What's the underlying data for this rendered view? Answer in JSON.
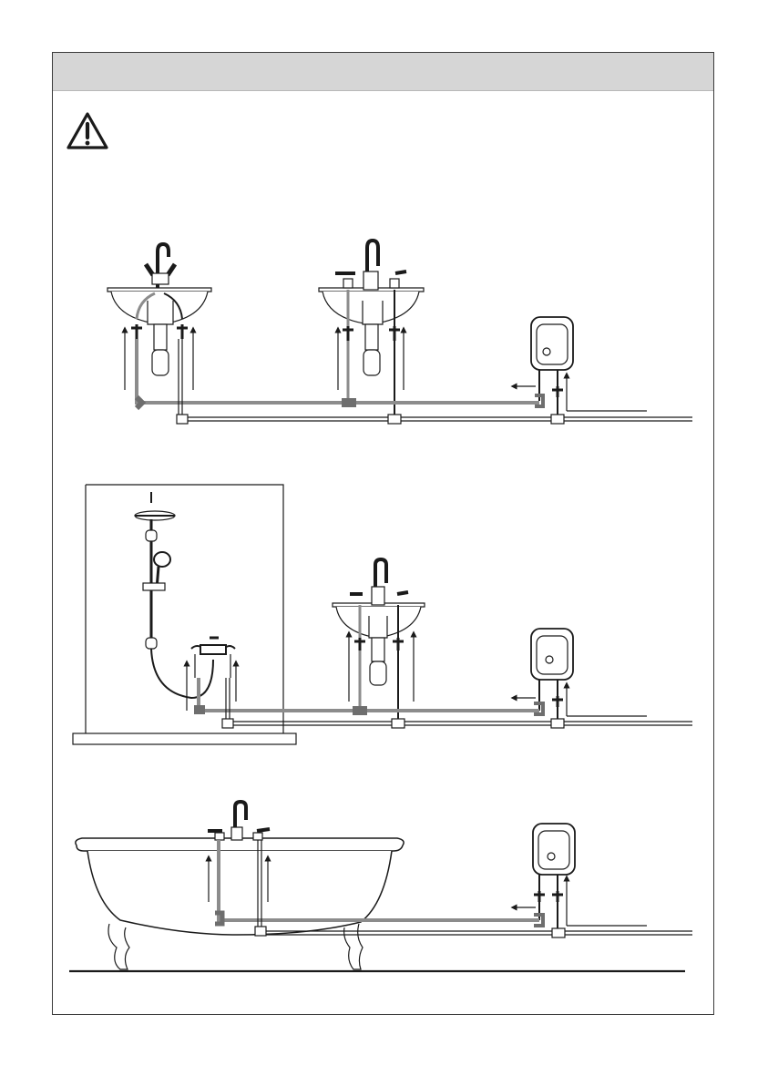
{
  "colors": {
    "header_band": "#d6d6d6",
    "line": "#1a1a1a",
    "hot_pipe": "#8c8c8c",
    "cold_pipe": "#ffffff",
    "fitting": "#6e6e6e"
  },
  "icons": {
    "warning": "warning-triangle-icon"
  },
  "panels": [
    {
      "name": "washbasins-with-instantaneous-heater"
    },
    {
      "name": "shower-and-washbasin-with-instantaneous-heater"
    },
    {
      "name": "bathtub-with-instantaneous-heater"
    }
  ]
}
